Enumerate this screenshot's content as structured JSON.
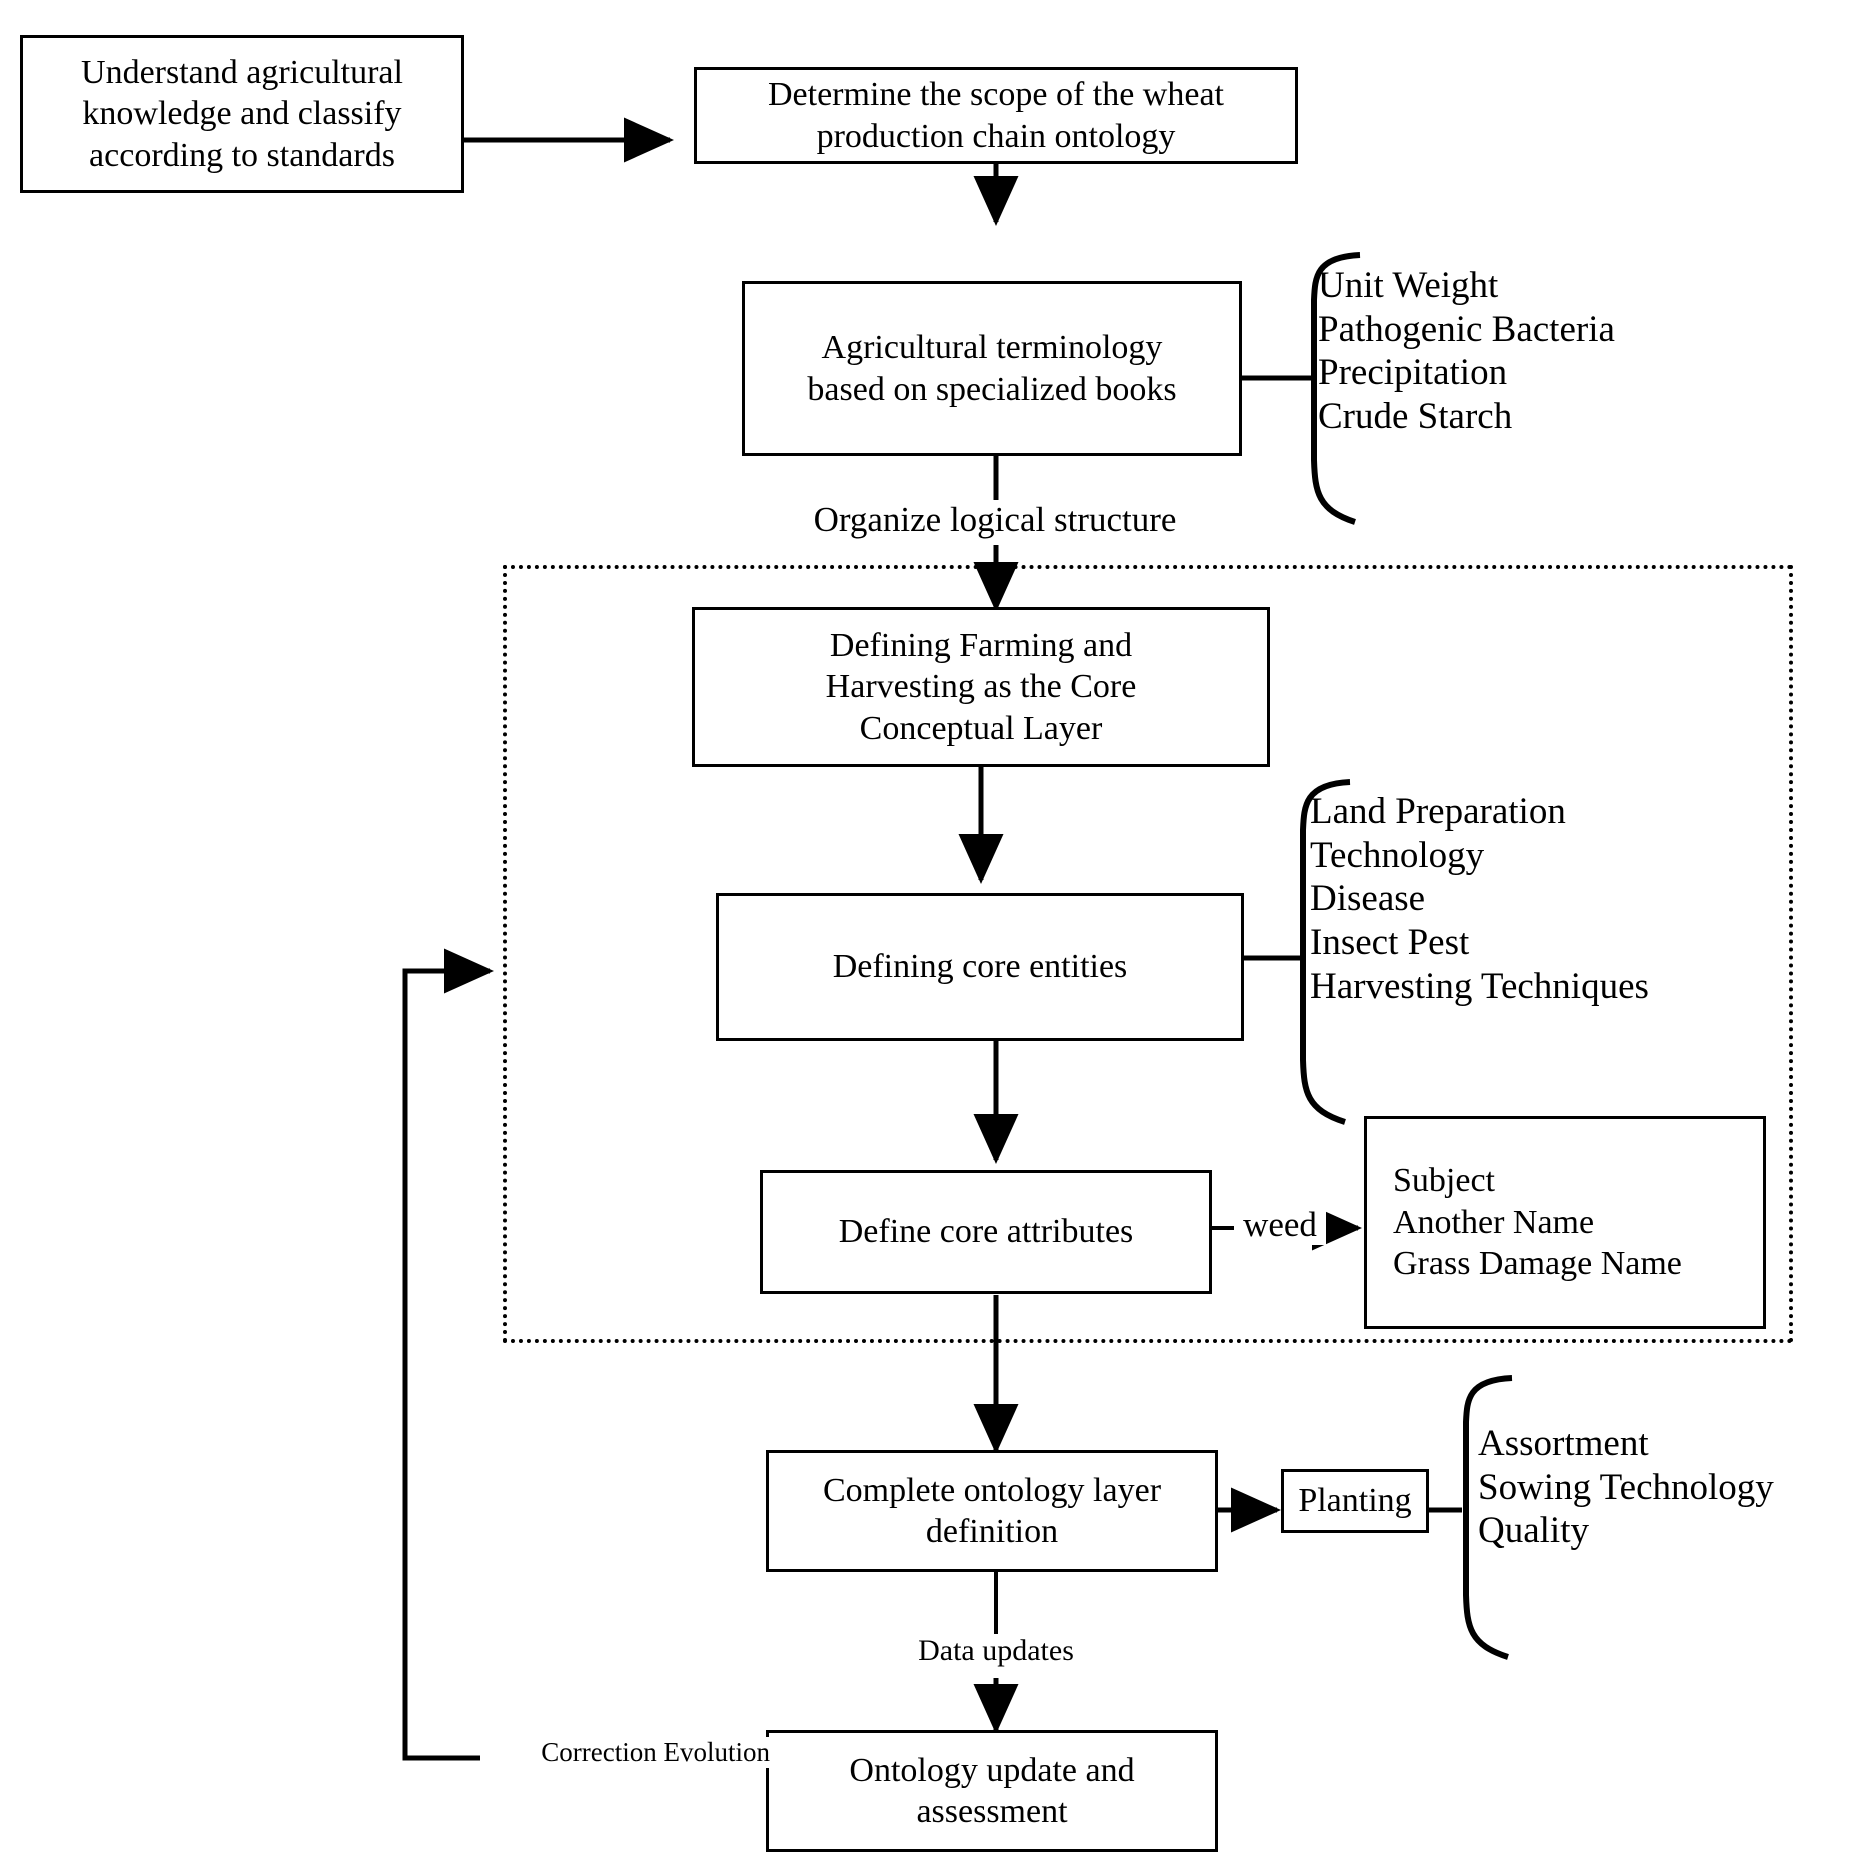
{
  "diagram": {
    "title": "Wheat production chain ontology construction flowchart",
    "line_color": "#000000",
    "background": "#ffffff"
  },
  "nodes": {
    "understand": {
      "lines": [
        "Understand agricultural",
        "knowledge and classify",
        "according to standards"
      ]
    },
    "scope": {
      "lines": [
        "Determine the scope of the wheat",
        "production chain ontology"
      ]
    },
    "terminology": {
      "lines": [
        "Agricultural terminology",
        "based on specialized books"
      ]
    },
    "core_layer": {
      "lines": [
        "Defining Farming and",
        "Harvesting as the Core",
        "Conceptual Layer"
      ]
    },
    "core_entities": {
      "lines": [
        "Defining core entities"
      ]
    },
    "core_attributes": {
      "lines": [
        "Define core attributes"
      ]
    },
    "weed_attrs": {
      "lines": [
        "Subject",
        "Another Name",
        "Grass Damage Name"
      ]
    },
    "complete_layer": {
      "lines": [
        "Complete ontology layer",
        "definition"
      ]
    },
    "planting": {
      "lines": [
        "Planting"
      ]
    },
    "ontology_update": {
      "lines": [
        "Ontology update and",
        "assessment"
      ]
    }
  },
  "lists": {
    "terminology_examples": [
      "Unit Weight",
      "Pathogenic Bacteria",
      "Precipitation",
      "Crude Starch"
    ],
    "entity_examples": [
      "Land Preparation",
      "Technology",
      "Disease",
      "Insect Pest",
      "Harvesting Techniques"
    ],
    "planting_examples": [
      "Assortment",
      "Sowing Technology",
      "Quality"
    ]
  },
  "edge_labels": {
    "organize": "Organize logical structure",
    "weed": "weed",
    "data_updates": "Data updates",
    "correction_evolution": "Correction Evolution"
  }
}
